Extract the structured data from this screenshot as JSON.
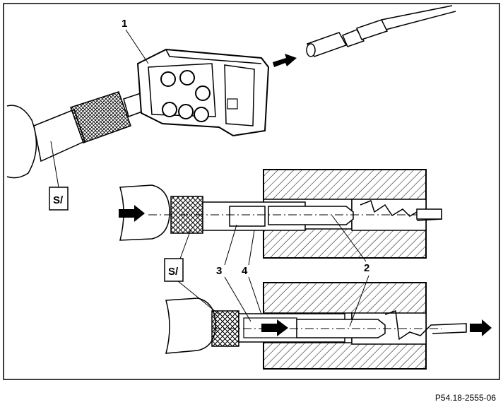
{
  "figure": {
    "callouts": {
      "c1": "1",
      "c2": "2",
      "c3": "3",
      "c4": "4"
    },
    "tool_symbol": "S/",
    "document_id": "P54.18-2555-06"
  }
}
